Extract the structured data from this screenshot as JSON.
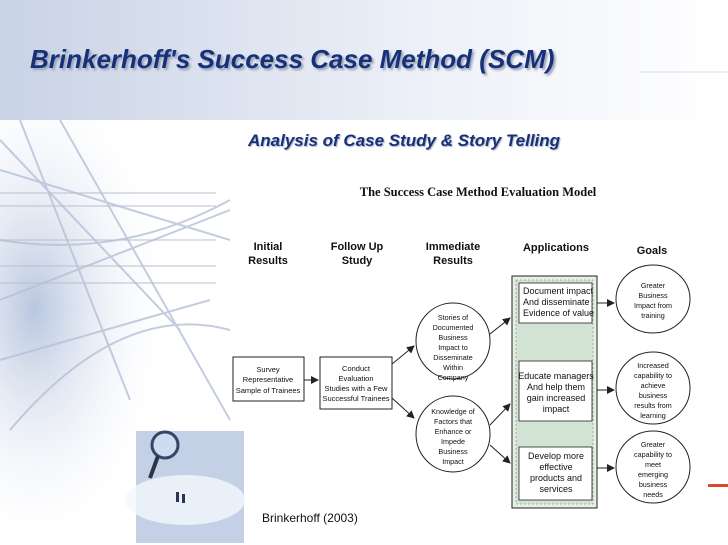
{
  "slide": {
    "title": "Brinkerhoff's Success Case Method (SCM)",
    "subtitle": "Analysis of Case Study & Story Telling",
    "citation": "Brinkerhoff (2003)"
  },
  "diagram": {
    "title": "The Success Case Method Evaluation Model",
    "columns": {
      "initial": [
        "Initial",
        "Results"
      ],
      "followup": [
        "Follow Up",
        "Study"
      ],
      "immediate": [
        "Immediate",
        "Results"
      ],
      "applications": "Applications",
      "goals": "Goals"
    },
    "survey_box": [
      "Survey",
      "Representative",
      "Sample of Trainees"
    ],
    "conduct_box": [
      "Conduct",
      "Evaluation",
      "Studies with a Few",
      "Successful Trainees"
    ],
    "circle_stories": [
      "Stories of",
      "Documented",
      "Business",
      "Impact to",
      "Disseminate",
      "Within",
      "Company"
    ],
    "circle_knowledge": [
      "Knowledge of",
      "Factors that",
      "Enhance or",
      "Impede",
      "Business",
      "Impact"
    ],
    "app_boxes": [
      [
        "Document impact",
        "And disseminate",
        "Evidence of value"
      ],
      [
        "Educate managers",
        "And help them",
        "gain increased",
        "impact"
      ],
      [
        "Develop more",
        "effective",
        "products and",
        "services"
      ]
    ],
    "goals": [
      [
        "Greater",
        "Business",
        "Impact from",
        "training"
      ],
      [
        "Increased",
        "capability to",
        "achieve",
        "business",
        "results from",
        "learning"
      ],
      [
        "Greater",
        "capability to",
        "meet",
        "emerging",
        "business",
        "needs"
      ]
    ]
  }
}
